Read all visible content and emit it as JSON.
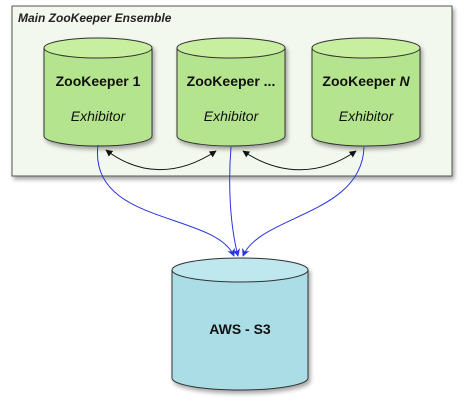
{
  "ensemble": {
    "title": "Main ZooKeeper Ensemble",
    "fill": "#f3f8ee",
    "stroke": "#555555"
  },
  "nodes": [
    {
      "name": "ZooKeeper 1",
      "name_prefix": "ZooKeeper 1",
      "name_italic_suffix": "",
      "role": "Exhibitor"
    },
    {
      "name": "ZooKeeper ...",
      "name_prefix": "ZooKeeper ...",
      "name_italic_suffix": "",
      "role": "Exhibitor"
    },
    {
      "name": "ZooKeeper N",
      "name_prefix": "ZooKeeper ",
      "name_italic_suffix": "N",
      "role": "Exhibitor"
    }
  ],
  "storage": {
    "name": "AWS - S3"
  },
  "colors": {
    "node_fill": "#b4e58e",
    "node_top": "#c7ef9f",
    "storage_fill": "#abdde6",
    "storage_top": "#bfe7ee",
    "peer_link": "#111111",
    "storage_link": "#2a35e0"
  }
}
